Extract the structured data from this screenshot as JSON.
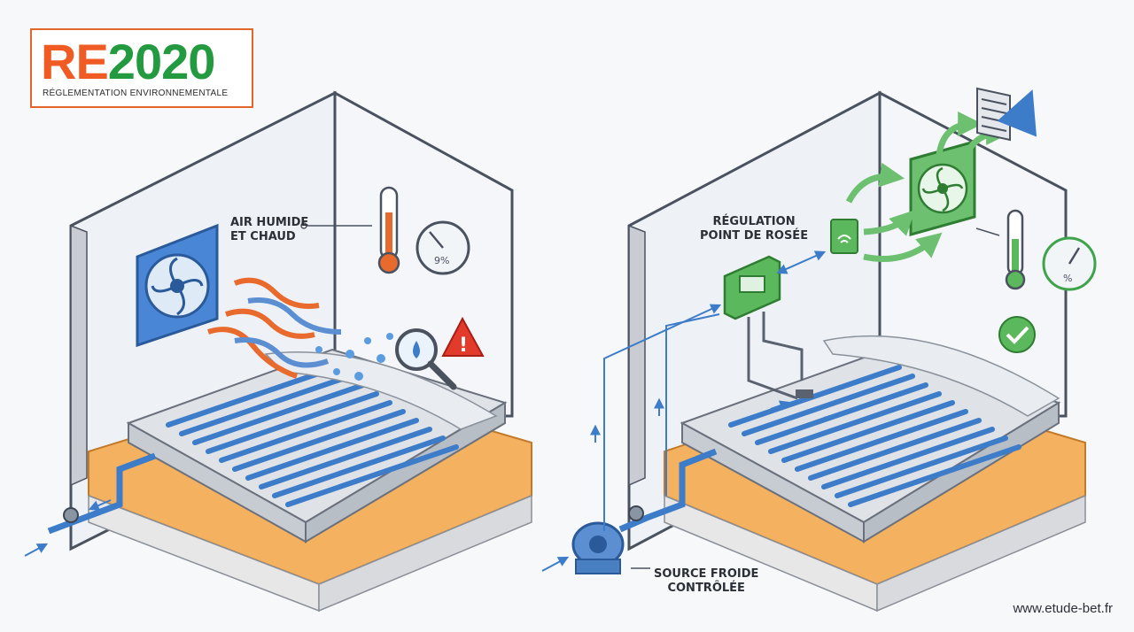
{
  "logo": {
    "prefix": "RE",
    "year": "2020",
    "subtitle": "RÉGLEMENTATION ENVIRONNEMENTALE"
  },
  "left_scene": {
    "label": "AIR HUMIDE\nET CHAUD"
  },
  "right_scene": {
    "regulation_label": "RÉGULATION\nPOINT DE ROSÉE",
    "source_label": "SOURCE FROIDE\nCONTRÔLÉE"
  },
  "footer": {
    "website": "www.etude-bet.fr"
  },
  "colors": {
    "pipe": "#3d7cc9",
    "insulation": "#f4b160",
    "warning": "#e23b2b",
    "control": "#3ea34b",
    "orange_air": "#e86a2c"
  },
  "icons": [
    "fan-icon",
    "thermometer-icon",
    "hygrometer-icon",
    "warning-icon",
    "magnifier-icon",
    "controller-icon",
    "wifi-sensor-icon",
    "vent-grille-icon",
    "check-icon",
    "pump-icon",
    "valve-icon"
  ]
}
